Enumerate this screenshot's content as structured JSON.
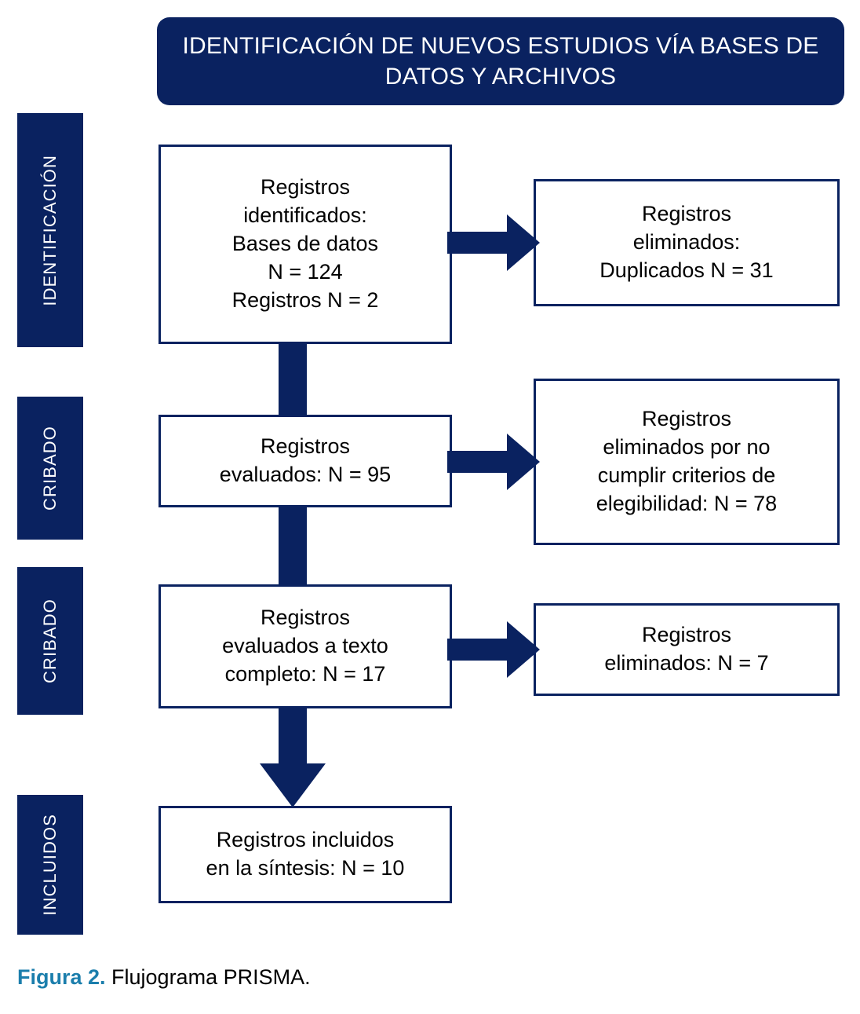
{
  "header": {
    "title": "IDENTIFICACIÓN DE NUEVOS ESTUDIOS VÍA BASES DE DATOS Y ARCHIVOS",
    "background_color": "#0A2260",
    "text_color": "#FFFFFF"
  },
  "stages": [
    {
      "id": "identificacion",
      "label": "IDENTIFICACIÓN"
    },
    {
      "id": "cribado-1",
      "label": "CRIBADO"
    },
    {
      "id": "cribado-2",
      "label": "CRIBADO"
    },
    {
      "id": "incluidos",
      "label": "INCLUIDOS"
    }
  ],
  "boxes": {
    "identificados": "Registros\nidentificados:\nBases de datos\nN = 124\nRegistros N = 2",
    "duplicados": "Registros\neliminados:\nDuplicados N = 31",
    "evaluados": "Registros\nevaluados: N = 95",
    "no_cumplir": "Registros\neliminados por no\ncumplir criterios de\nelegibilidad: N = 78",
    "texto_completo": "Registros\nevaluados a texto\ncompleto: N = 17",
    "eliminados_7": "Registros\neliminados: N = 7",
    "incluidos": "Registros incluidos\nen la síntesis: N = 10"
  },
  "caption": {
    "label": "Figura 2.",
    "text": " Flujograma PRISMA.",
    "label_color": "#1B7EAC"
  },
  "chart_data": {
    "type": "diagram",
    "title": "IDENTIFICACIÓN DE NUEVOS ESTUDIOS VÍA BASES DE DATOS Y ARCHIVOS",
    "nodes": [
      {
        "id": "identificados",
        "stage": "IDENTIFICACIÓN",
        "label": "Registros identificados: Bases de datos N = 124 Registros N = 2",
        "values": {
          "Bases de datos": 124,
          "Registros": 2
        }
      },
      {
        "id": "duplicados",
        "stage": "IDENTIFICACIÓN",
        "label": "Registros eliminados: Duplicados N = 31",
        "values": {
          "Duplicados": 31
        }
      },
      {
        "id": "evaluados",
        "stage": "CRIBADO",
        "label": "Registros evaluados: N = 95",
        "values": {
          "N": 95
        }
      },
      {
        "id": "no_cumplir",
        "stage": "CRIBADO",
        "label": "Registros eliminados por no cumplir criterios de elegibilidad: N = 78",
        "values": {
          "N": 78
        }
      },
      {
        "id": "texto_completo",
        "stage": "CRIBADO",
        "label": "Registros evaluados a texto completo: N = 17",
        "values": {
          "N": 17
        }
      },
      {
        "id": "eliminados_7",
        "stage": "CRIBADO",
        "label": "Registros eliminados: N = 7",
        "values": {
          "N": 7
        }
      },
      {
        "id": "incluidos",
        "stage": "INCLUIDOS",
        "label": "Registros incluidos en la síntesis: N = 10",
        "values": {
          "N": 10
        }
      }
    ],
    "edges": [
      {
        "from": "identificados",
        "to": "duplicados",
        "direction": "right",
        "arrowhead": true
      },
      {
        "from": "identificados",
        "to": "evaluados",
        "direction": "down",
        "arrowhead": false
      },
      {
        "from": "evaluados",
        "to": "no_cumplir",
        "direction": "right",
        "arrowhead": true
      },
      {
        "from": "evaluados",
        "to": "texto_completo",
        "direction": "down",
        "arrowhead": false
      },
      {
        "from": "texto_completo",
        "to": "eliminados_7",
        "direction": "right",
        "arrowhead": true
      },
      {
        "from": "texto_completo",
        "to": "incluidos",
        "direction": "down",
        "arrowhead": true
      }
    ]
  }
}
